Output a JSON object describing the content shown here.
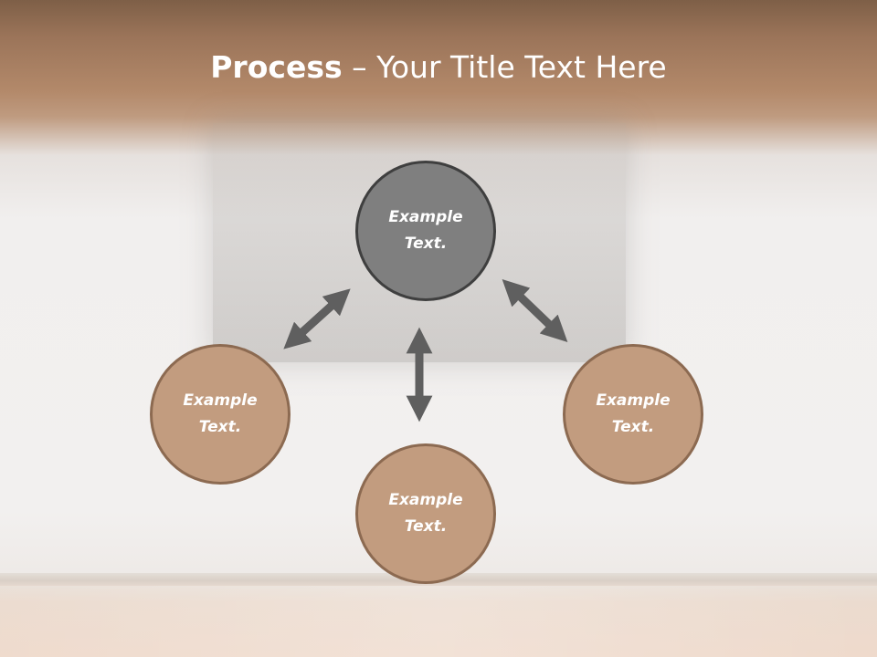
{
  "title": {
    "bold": "Process",
    "rest": " – Your Title Text Here"
  },
  "nodes": {
    "top": "Example\nText.",
    "left": "Example\nText.",
    "bottom": "Example\nText.",
    "right": "Example\nText."
  },
  "colors": {
    "top_fill": "#7f7f7f",
    "tan_fill": "#c29c7f",
    "arrow": "#5f5f5f",
    "banner": "#b3896a"
  },
  "icons": [
    "double-arrow-icon"
  ]
}
